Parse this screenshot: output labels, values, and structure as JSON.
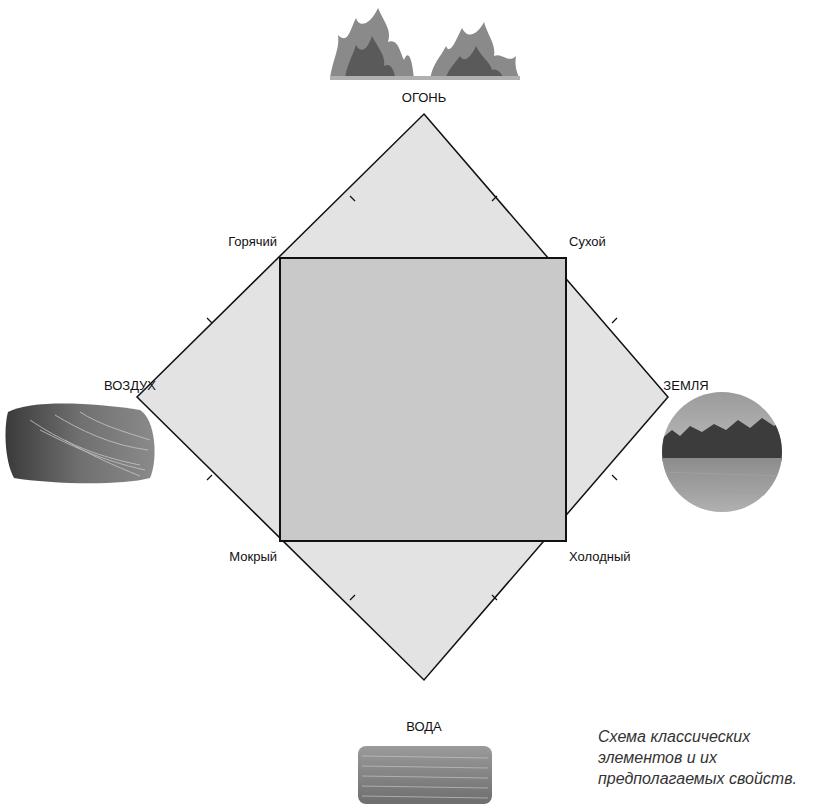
{
  "diagram": {
    "caption": "Схема классических элементов и их предполагаемых свойств.",
    "labels": [
      "ОГОНЬ",
      "Горячий",
      "Сухой",
      "ВОЗДУХ",
      "ЗЕМЛЯ",
      "Мокрый",
      "Холодный",
      "ВОДА"
    ]
  }
}
